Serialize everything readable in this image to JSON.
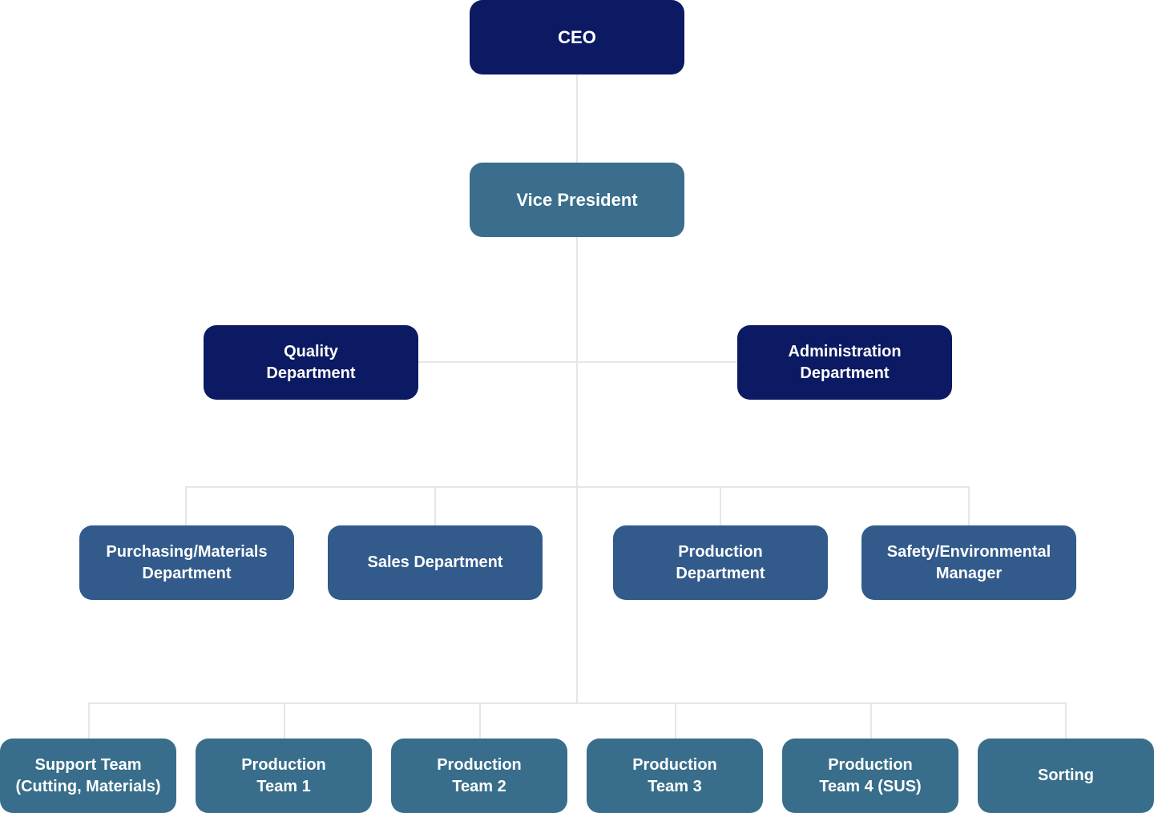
{
  "ceo": "CEO",
  "vice_president": "Vice President",
  "staff": [
    "Quality\nDepartment",
    "Administration\nDepartment"
  ],
  "departments": [
    "Purchasing/Materials\nDepartment",
    "Sales Department",
    "Production\nDepartment",
    "Safety/Environmental\nManager"
  ],
  "teams": [
    "Support Team\n(Cutting, Materials)",
    "Production\nTeam 1",
    "Production\nTeam 2",
    "Production\nTeam 3",
    "Production\nTeam 4 (SUS)",
    "Sorting"
  ],
  "colors": {
    "navy": "#0b1a62",
    "teal": "#3a6e8c",
    "blue": "#325a8b",
    "line": "#e6e6e6"
  }
}
